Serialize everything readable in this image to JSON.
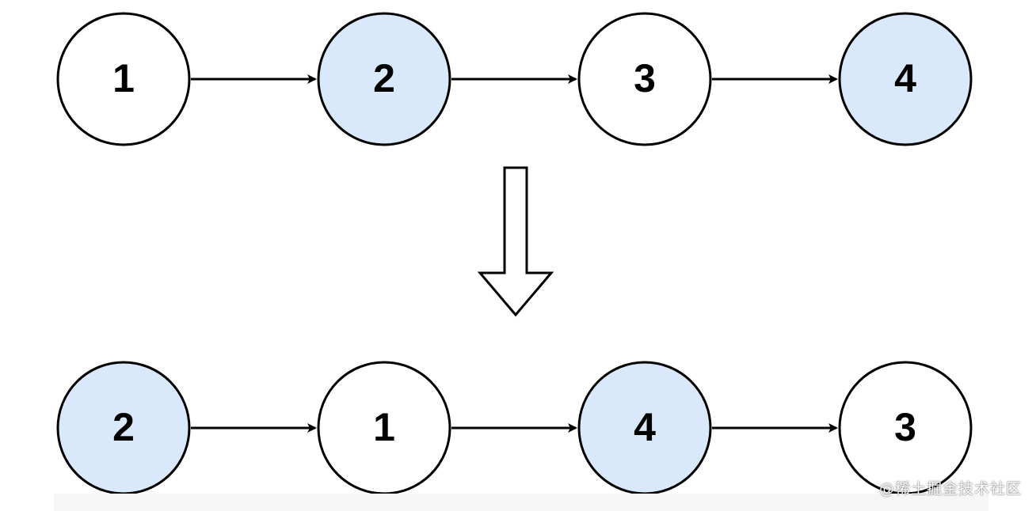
{
  "colors": {
    "highlight_fill": "#dae8fc",
    "plain_fill": "#ffffff",
    "stroke": "#000000"
  },
  "top_list": [
    {
      "label": "1",
      "highlighted": false
    },
    {
      "label": "2",
      "highlighted": true
    },
    {
      "label": "3",
      "highlighted": false
    },
    {
      "label": "4",
      "highlighted": true
    }
  ],
  "bottom_list": [
    {
      "label": "2",
      "highlighted": true
    },
    {
      "label": "1",
      "highlighted": false
    },
    {
      "label": "4",
      "highlighted": true
    },
    {
      "label": "3",
      "highlighted": false
    }
  ],
  "watermark": "@稀土掘金技术社区"
}
